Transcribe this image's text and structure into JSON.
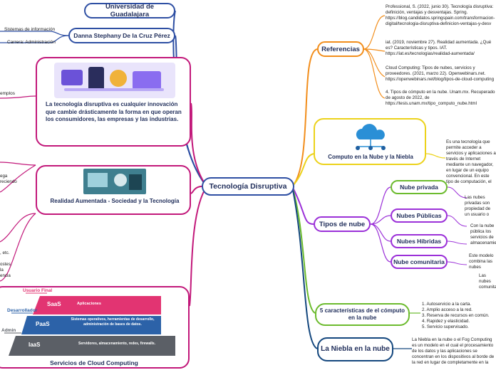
{
  "center": "Tecnología Disruptiva",
  "left": {
    "university": "Universidad de Guadalajara",
    "student": "Danna Stephany De la Cruz Pérez",
    "student_details": [
      "Sistemas de información",
      "Carrera: Administración"
    ],
    "disruptive": {
      "text": "La tecnología disruptiva es cualquier innovación que cambie drásticamente la forma en que operan los consumidores, las empresas y las industrias.",
      "side_label": "emplos"
    },
    "ar": {
      "title": "Realidad Aumentada - Sociedad y la Tecnología",
      "side_top": "ega\nreciendo",
      "side_bottom": ", etc.\n\nostes.\nla\nencia"
    },
    "cloud_services": {
      "title": "Servicios de Cloud Computing",
      "roles": [
        "Usuario Final",
        "Desarrollador",
        "Admin"
      ],
      "layers": [
        {
          "name": "SaaS",
          "desc": "Aplicaciones"
        },
        {
          "name": "PaaS",
          "desc": "Sistemas operativos, herramientas de desarrollo, administración de bases de datos."
        },
        {
          "name": "IaaS",
          "desc": "Servidores, almacenamiento, redes, firewalls."
        }
      ]
    }
  },
  "right": {
    "referencias": {
      "title": "Referencias",
      "items": [
        "Professional, S. (2022, junio 30). Tecnología disruptiva: definición, ventajas y desventajas. Spring. https://blog.candidatos.springspain.com/transformacion-digital/tecnologia-disruptiva-definicion-ventajas-y-desv",
        "iat. (2019, noviembre 27). Realidad aumentada. ¿Qué es? Características y tipos. IAT. https://iat.es/tecnologias/realidad-aumentada/",
        "Cloud Computing: Tipos de nubes, servicios y proveedores. (2021, marzo 22). Openwebinars.net. https://openwebinars.net/blog/tipos-de-cloud-computing",
        "4. Tipos de cómputo en la nube. Unam.mx. Recuperado de agosto de 2022, de https://tesis.unam.mx/tipo_computo_nube.html"
      ]
    },
    "computo": {
      "title": "Computo en la Nube y la Niebla",
      "text": "Es una tecnología que permite acceder a servicios y aplicaciones a través de Internet mediante un navegador, en lugar de un equipo convencional. En este tipo de computación, el usuario puede acceder a una cantidad de servicios sin la necesidad de instalar un software en su ordenador."
    },
    "tipos": {
      "title": "Tipos de nube",
      "items": [
        {
          "name": "Nube privada",
          "text": "Las nubes privadas son propiedad de un usuario o corporación y no están disponibles de forma pública a terceros administrados."
        },
        {
          "name": "Nubes Públicas",
          "text": "Con la nube pública los servicios de almacenamiento, aplicaciones, etc., se ofrecen a través de Internet."
        },
        {
          "name": "Nubes Híbridas",
          "text": "Este modelo combina las nubes públicas, facilitando el intercambio de datos y aplicaciones."
        },
        {
          "name": "Nube comunitaria",
          "text": "Las nubes comunitarias comparten infraestructura entre varias organizaciones."
        }
      ]
    },
    "caracteristicas": {
      "title": "5 características de el cómputo en la nube",
      "items": [
        "1. Autoservicio a la carta.",
        "2. Amplio acceso a la red.",
        "3. Reserva de recursos en común.",
        "4. Rapidez y elasticidad.",
        "5. Servicio supervisado."
      ]
    },
    "niebla": {
      "title": "La Niebla en la nube",
      "text": "La Niebla en la nube o el Fog Computing es un modelo en el cual el procesamiento de los datos y las aplicaciones se concentran en los dispositivos al borde de la red en lugar de completamente en la nube"
    }
  },
  "colors": {
    "blue": "#2e4fa3",
    "pink": "#c2187a",
    "orange": "#f28e1c",
    "yellow": "#ecd21a",
    "green": "#6cbb2e",
    "purple": "#9b30d8",
    "navy": "#14477e",
    "saas": "#e23472",
    "paas": "#2c62a8",
    "iaas": "#5b5f66"
  }
}
